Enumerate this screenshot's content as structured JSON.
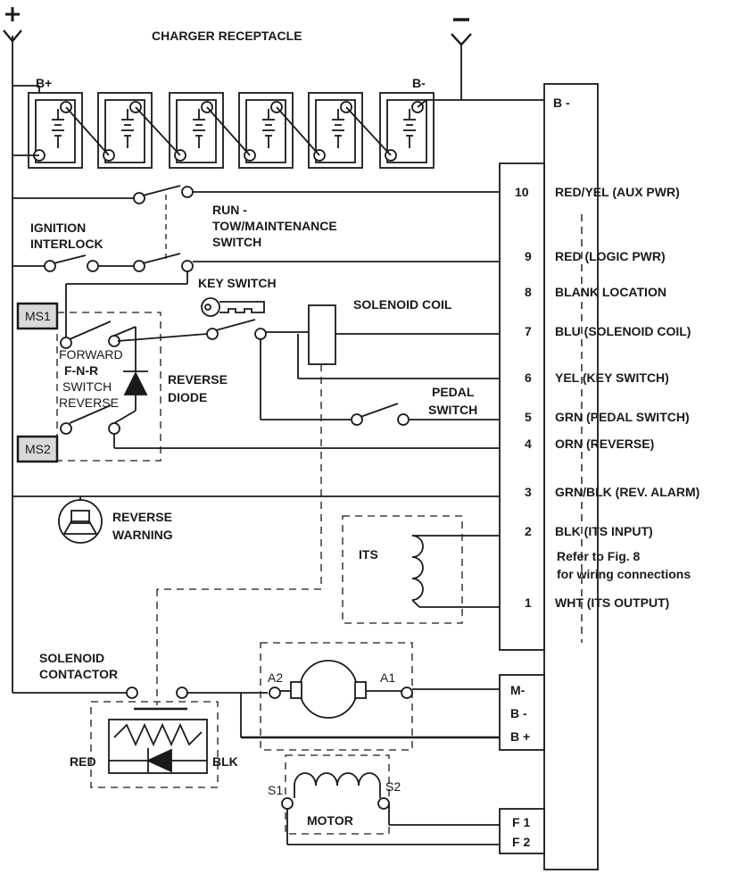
{
  "title": "CHARGER RECEPTACLE",
  "polarity": {
    "plus": "+",
    "minus": "-"
  },
  "battery_labels": {
    "positive": "B+",
    "negative": "B-"
  },
  "battery_count": 6,
  "controller_top_label": "B -",
  "connector_pins": [
    {
      "num": "10",
      "label": "RED/YEL (AUX PWR)"
    },
    {
      "num": "9",
      "label": "RED (LOGIC PWR)"
    },
    {
      "num": "8",
      "label": "BLANK LOCATION"
    },
    {
      "num": "7",
      "label": "BLU (SOLENOID COIL)"
    },
    {
      "num": "6",
      "label": "YEL (KEY SWITCH)"
    },
    {
      "num": "5",
      "label": "GRN (PEDAL SWITCH)"
    },
    {
      "num": "4",
      "label": "ORN (REVERSE)"
    },
    {
      "num": "3",
      "label": "GRN/BLK (REV. ALARM)"
    },
    {
      "num": "2",
      "label": "BLK (ITS INPUT)"
    },
    {
      "num": "1",
      "label": "WHT (ITS OUTPUT)"
    }
  ],
  "refer_note": [
    "Refer to Fig. 8",
    "for wiring connections"
  ],
  "switches": {
    "ignition": [
      "IGNITION",
      "INTERLOCK"
    ],
    "run_tow": [
      "RUN -",
      "TOW/MAINTENANCE",
      "SWITCH"
    ],
    "key": "KEY SWITCH",
    "solenoid_coil": "SOLENOID COIL",
    "pedal": [
      "PEDAL",
      "SWITCH"
    ],
    "fnr": [
      "FORWARD",
      "F-N-R",
      "SWITCH",
      "REVERSE"
    ],
    "reverse_diode": [
      "REVERSE",
      "DIODE"
    ],
    "reverse_warning": [
      "REVERSE",
      "WARNING"
    ],
    "its": "ITS",
    "solenoid_contactor": [
      "SOLENOID",
      "CONTACTOR"
    ],
    "red": "RED",
    "blk": "BLK",
    "motor": "MOTOR"
  },
  "motor_terminals": {
    "a1": "A1",
    "a2": "A2",
    "s1": "S1",
    "s2": "S2"
  },
  "controller_terminals": [
    "M-",
    "B -",
    "B +"
  ],
  "field_terminals": [
    "F 1",
    "F 2"
  ],
  "markers": [
    "MS1",
    "MS2"
  ]
}
